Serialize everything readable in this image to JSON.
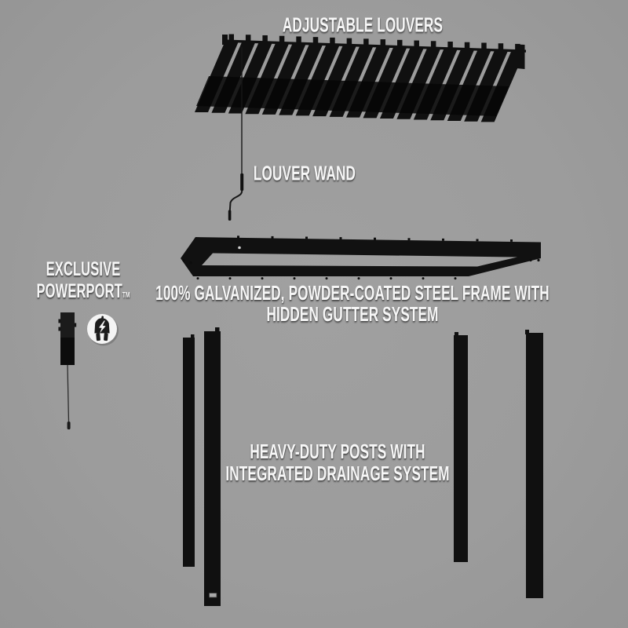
{
  "canvas": {
    "background": "#9c9c9c"
  },
  "palette": {
    "part_black": "#101010",
    "label_white": "#f7f7f7",
    "icon_circle": "#f4f4f4"
  },
  "diagram": {
    "type": "exploded-pergola-parts",
    "louver_count": 18,
    "post_count": 4
  },
  "icons": {
    "powerport_badge": "power-plug-lightning-icon"
  },
  "labels": {
    "adjustable_louvers": "ADJUSTABLE LOUVERS",
    "louver_wand": "LOUVER WAND",
    "frame_line1": "100% GALVANIZED, POWDER-COATED STEEL FRAME WITH",
    "frame_line2": "HIDDEN GUTTER SYSTEM",
    "powerport_line1": "EXCLUSIVE",
    "powerport_line2": "POWERPORT",
    "powerport_tm": "TM",
    "posts_line1": "HEAVY-DUTY POSTS WITH",
    "posts_line2": "INTEGRATED DRAINAGE SYSTEM"
  }
}
